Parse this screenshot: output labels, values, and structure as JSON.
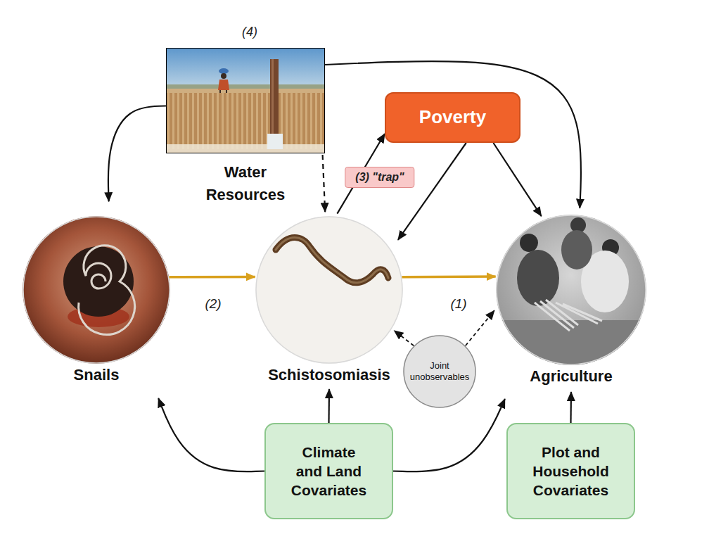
{
  "diagram": {
    "nodes": [
      {
        "text": [
          "Water Resources"
        ]
      },
      {
        "text": [
          "Poverty"
        ]
      },
      {
        "text": [
          "Snails"
        ]
      },
      {
        "text": [
          "Schistosomiasis"
        ]
      },
      {
        "text": [
          "Agriculture"
        ]
      },
      {
        "text": [
          "Joint unobservables"
        ]
      },
      {
        "text": [
          "Climate and Land Covariates"
        ]
      },
      {
        "text": [
          "Plot and Household Covariates"
        ]
      }
    ],
    "edges": [
      {
        "from": 0,
        "to": 2,
        "arrow": "to"
      },
      {
        "from": 0,
        "to": 3,
        "arrow": "to"
      },
      {
        "from": 0,
        "to": 4,
        "arrow": "to"
      },
      {
        "from": 3,
        "to": 1,
        "label": "(3) \"trap\"",
        "arrow": "to"
      },
      {
        "from": 1,
        "to": 4,
        "arrow": "to"
      },
      {
        "from": 1,
        "to": 3,
        "arrow": "to"
      },
      {
        "from": 2,
        "to": 3,
        "label": "(2)",
        "arrow": "to"
      },
      {
        "from": 3,
        "to": 4,
        "label": "(1)",
        "arrow": "to"
      },
      {
        "from": 5,
        "to": 3,
        "arrow": "to"
      },
      {
        "from": 5,
        "to": 4,
        "arrow": "to"
      },
      {
        "from": 6,
        "to": 2,
        "arrow": "to"
      },
      {
        "from": 6,
        "to": 3,
        "arrow": "to"
      },
      {
        "from": 6,
        "to": 4,
        "arrow": "to"
      },
      {
        "from": 7,
        "to": 4,
        "arrow": "to"
      }
    ],
    "labels": [
      "(4)"
    ]
  }
}
